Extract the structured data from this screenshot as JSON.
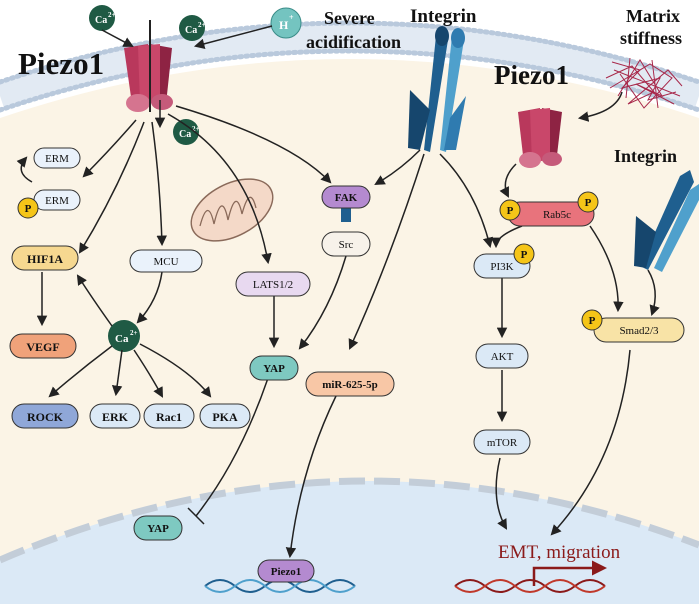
{
  "labels": {
    "piezo_left": "Piezo1",
    "piezo_right": "Piezo1",
    "severe": "Severe",
    "acidification": "acidification",
    "integrin_top": "Integrin",
    "integrin_right": "Integrin",
    "matrix": "Matrix",
    "stiffness": "stiffness",
    "emt": "EMT, migration"
  },
  "ions": {
    "ca_base": "Ca",
    "ca_sup": "2+",
    "h_base": "H",
    "h_sup": "+",
    "p": "P"
  },
  "nodes": {
    "erm_top": "ERM",
    "erm_bottom": "ERM",
    "hif1a": "HIF1A",
    "vegf": "VEGF",
    "mcu": "MCU",
    "rock": "ROCK",
    "erk": "ERK",
    "rac1": "Rac1",
    "pka": "PKA",
    "lats": "LATS1/2",
    "yap_cyto": "YAP",
    "yap_nuc": "YAP",
    "fak": "FAK",
    "src": "Src",
    "mir": "miR-625-5p",
    "piezo_gene": "Piezo1",
    "pi3k": "PI3K",
    "akt": "AKT",
    "mtor": "mTOR",
    "rab5c": "Rab5c",
    "smad": "Smad2/3"
  },
  "colors": {
    "membrane_head": "#b9c9dc",
    "membrane_tail": "#e2eaf3",
    "cytoplasm": "#fbf4e6",
    "nucleus": "#dbe9f6",
    "channel_dark": "#8e2343",
    "channel_mid": "#b9385c",
    "channel_light": "#d5748f",
    "integrin_dark": "#1f5f8f",
    "integrin_light": "#4fa0cc",
    "ca_ion": "#1f5a44",
    "h_ion": "#74c4c0",
    "phospho": "#f5c518",
    "emt_text": "#8b1a1a",
    "matrix_fiber": "#a8284a"
  }
}
